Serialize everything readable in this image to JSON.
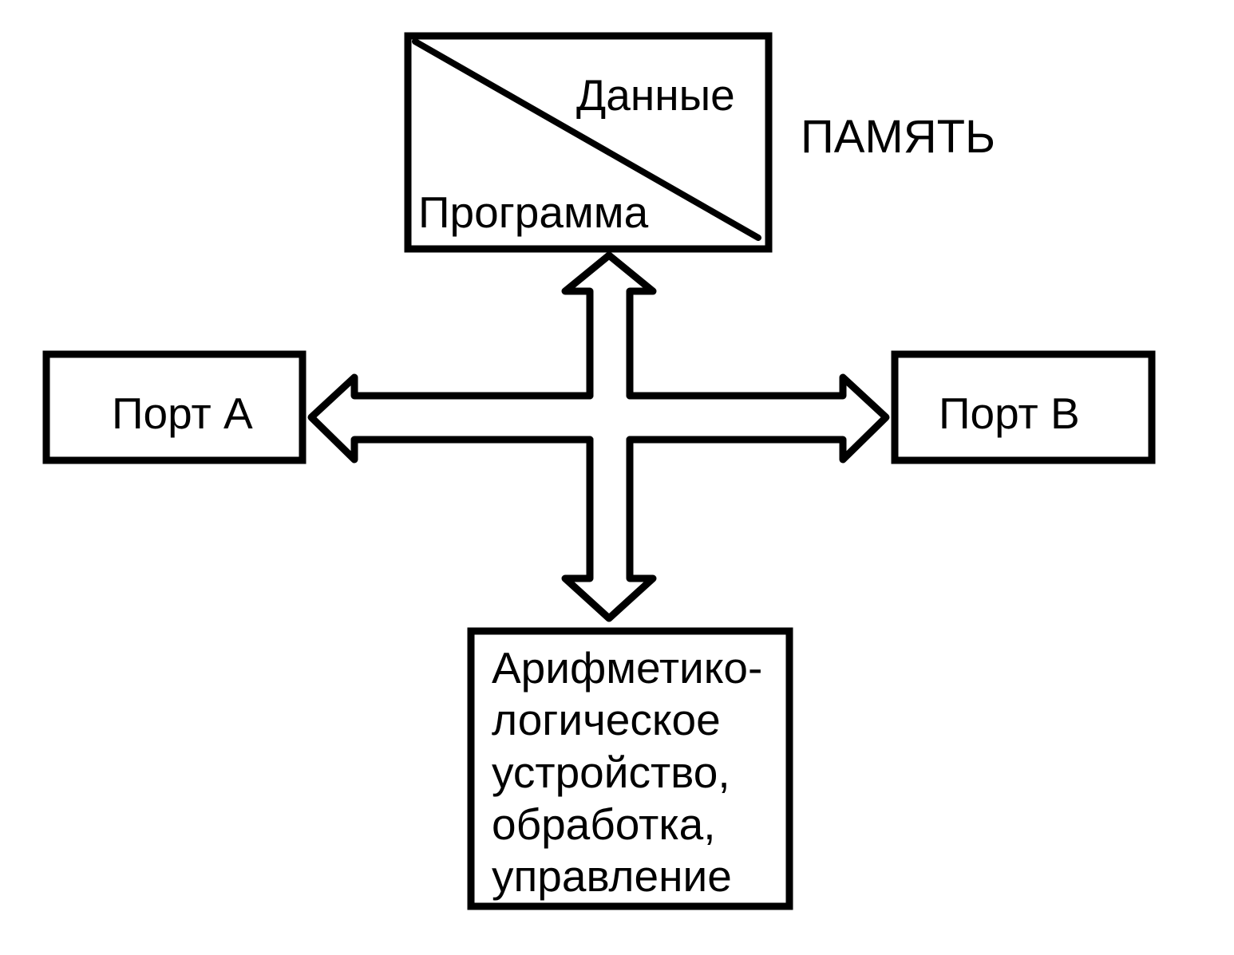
{
  "colors": {
    "stroke": "#000000",
    "fill": "#ffffff",
    "text": "#000000"
  },
  "memory": {
    "caption": "ПАМЯТЬ",
    "data_label": "Данные",
    "program_label": "Программа"
  },
  "port_a": {
    "label": "Порт A"
  },
  "port_b": {
    "label": "Порт B"
  },
  "alu": {
    "lines": [
      "Арифметико-",
      "логическое",
      "устройство,",
      "обработка,",
      "управление"
    ]
  },
  "connections": [
    {
      "from": "memory",
      "to": "bus",
      "type": "double-arrow"
    },
    {
      "from": "bus",
      "to": "port_a",
      "type": "double-arrow"
    },
    {
      "from": "bus",
      "to": "port_b",
      "type": "double-arrow"
    },
    {
      "from": "bus",
      "to": "alu",
      "type": "double-arrow"
    }
  ]
}
